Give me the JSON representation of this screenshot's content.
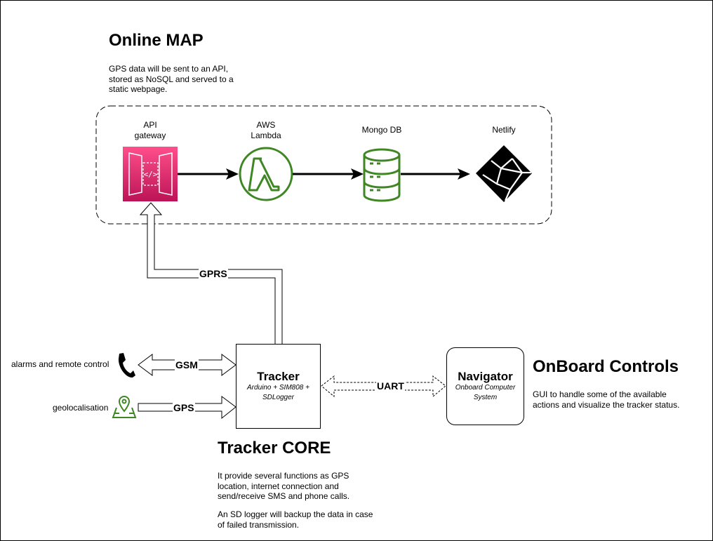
{
  "online_map": {
    "title": "Online MAP",
    "description": "GPS data will be sent to an API, stored as NoSQL and served to a static webpage.",
    "services": {
      "api_gateway": "API gateway",
      "aws_lambda": "AWS Lambda",
      "mongo_db": "Mongo DB",
      "netlify": "Netlify"
    }
  },
  "links": {
    "gprs": "GPRS",
    "gsm": "GSM",
    "gps": "GPS",
    "uart": "UART"
  },
  "inputs": {
    "alarms": "alarms and remote control",
    "geolocalisation": "geolocalisation"
  },
  "tracker": {
    "title": "Tracker",
    "subtitle": "Arduino + SIM808 + SDLogger"
  },
  "navigator": {
    "title": "Navigator",
    "subtitle": "Onboard Computer System"
  },
  "onboard": {
    "title": "OnBoard Controls",
    "description": "GUI to handle some of the available actions and visualize the tracker status."
  },
  "core": {
    "title": "Tracker CORE",
    "paragraph1": "It provide several functions as GPS location, internet connection and send/receive SMS and phone calls.",
    "paragraph2": "An SD logger will backup the data in case of failed transmission."
  },
  "colors": {
    "api_gateway_top": "#ff4f8b",
    "api_gateway_bottom": "#bc1356",
    "aws_green": "#3f8624",
    "mongo_green": "#3f8624",
    "netlify": "#000000"
  }
}
